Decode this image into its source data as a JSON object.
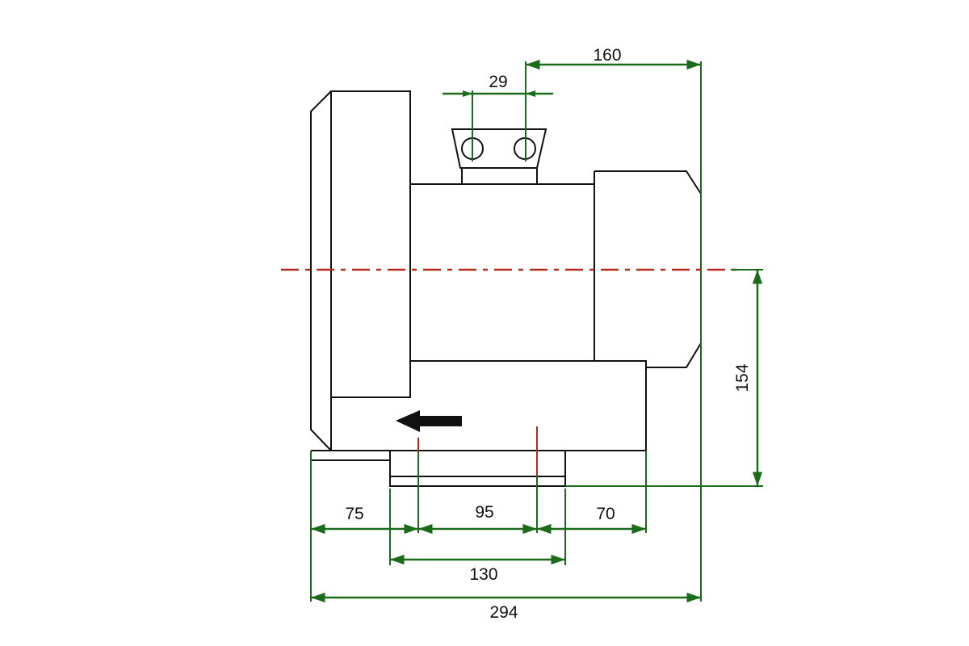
{
  "drawing": {
    "colors": {
      "outline": "#111111",
      "dimension": "#1a6b1a",
      "centerline": "#b22a1a",
      "background": "#ffffff"
    },
    "dimensions": {
      "top_overall": "160",
      "port_spacing": "29",
      "height": "154",
      "left_offset": "75",
      "mount_hole_spacing": "95",
      "right_offset": "70",
      "base_width": "130",
      "overall_length": "294"
    },
    "flow_arrow": {
      "direction": "left",
      "icon": "arrow-left-icon"
    }
  }
}
